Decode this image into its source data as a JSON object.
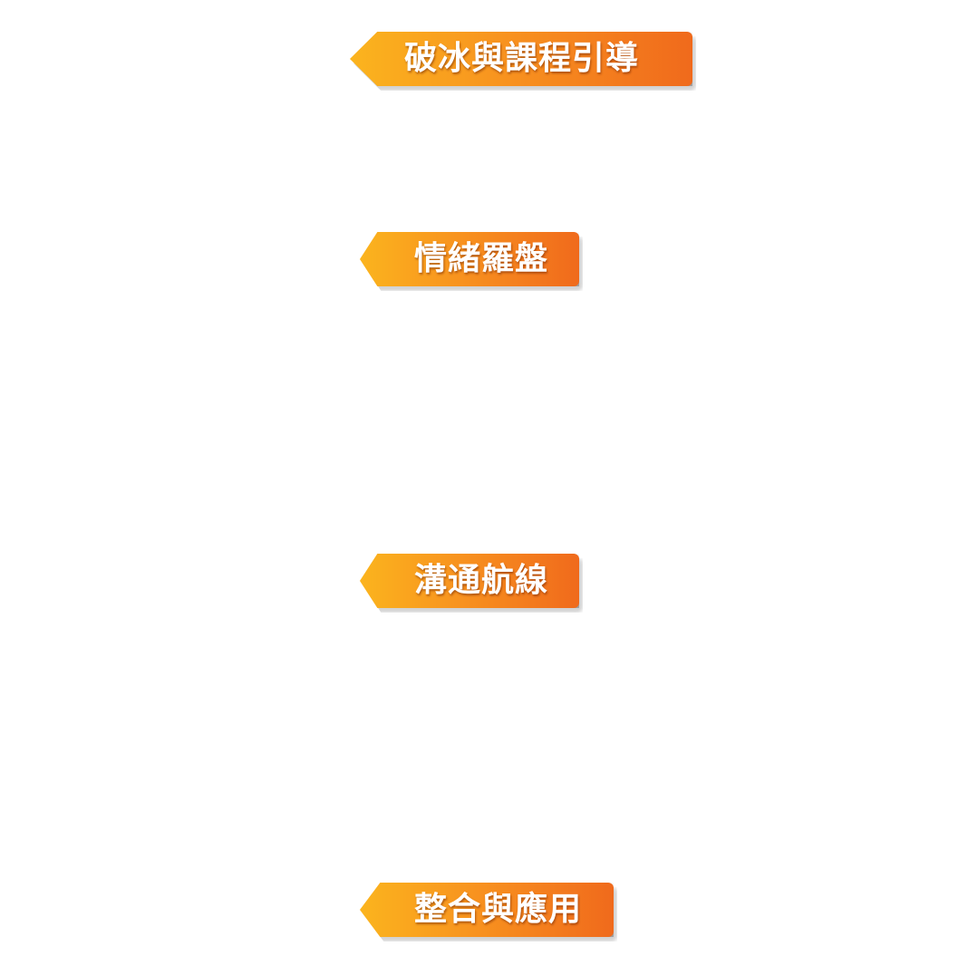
{
  "tags": [
    {
      "label": "破冰與課程引導"
    },
    {
      "label": "情緒羅盤"
    },
    {
      "label": "溝通航線"
    },
    {
      "label": "整合與應用"
    }
  ],
  "colors": {
    "gradient_start": "#fbb41e",
    "gradient_end": "#f06a1c",
    "text": "#ffffff",
    "background": "#ffffff"
  },
  "icon": "arrow-tag-left"
}
